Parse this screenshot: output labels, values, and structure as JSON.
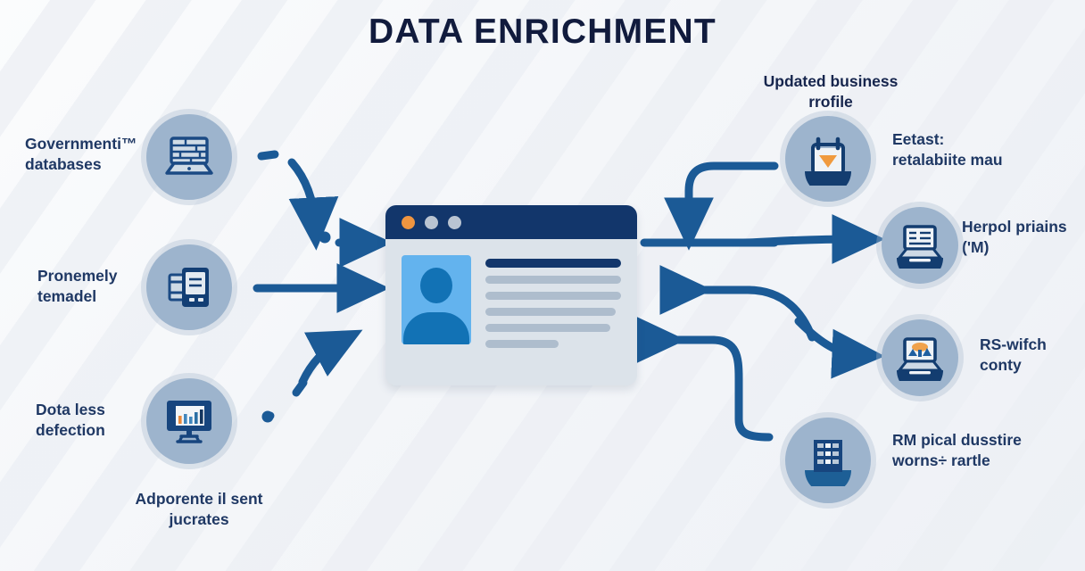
{
  "page": {
    "title": "DATA ENRICHMENT",
    "background_color": "#f7f8fa",
    "accent_color": "#1f5fa0",
    "navy_color": "#12366b",
    "orange_color": "#ef9540",
    "circle_color": "#9db4cd"
  },
  "left_sources": [
    {
      "label": "Governmenti™\ndatabases",
      "icon": "laptop-database-icon"
    },
    {
      "label": "Pronemely\ntemadel",
      "icon": "tablet-document-icon"
    },
    {
      "label": "Dota less\ndefection",
      "icon": "monitor-chart-icon"
    }
  ],
  "bottom_note": {
    "label": "Adporente il sent\njucrates"
  },
  "center_card": {
    "window_dots": [
      "orange",
      "grey",
      "grey"
    ],
    "avatar": "user-avatar-icon",
    "content_lines": [
      "head",
      "full",
      "full",
      "full",
      "full",
      "short"
    ]
  },
  "right_outputs": [
    {
      "label": "Updated business\nrrofile",
      "icon": "calendar-download-icon",
      "position": "top"
    },
    {
      "label": "Eetast:\nretalabiite mau",
      "icon": "calendar-download-icon",
      "position": "one"
    },
    {
      "label": "Herpol priains\n('M)",
      "icon": "laptop-document-icon",
      "position": "two"
    },
    {
      "label": "RS-wifch\nconty",
      "icon": "laptop-graphic-icon",
      "position": "three"
    },
    {
      "label": "RM pical dusstire\nworns÷ rartle",
      "icon": "office-building-icon",
      "position": "four"
    }
  ]
}
